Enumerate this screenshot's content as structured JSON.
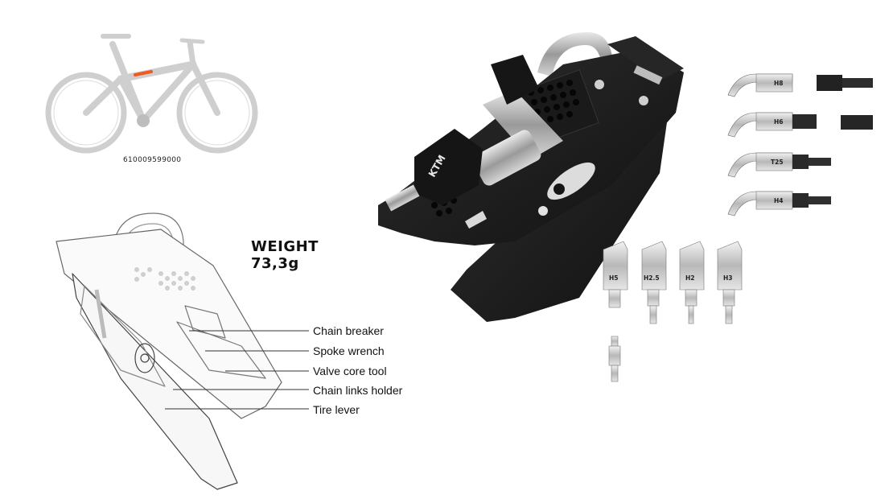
{
  "sku": "610009599000",
  "weight": {
    "title": "WEIGHT",
    "value": "73,3g"
  },
  "callouts": [
    "Chain breaker",
    "Spoke wrench",
    "Valve core tool",
    "Chain links holder",
    "Tire lever"
  ],
  "logo_text": "KTM",
  "bits_top": [
    "H8",
    "H6",
    "T25",
    "H4"
  ],
  "bits_bottom": [
    "H5",
    "H2.5",
    "H2",
    "H3"
  ],
  "colors": {
    "accent": "#f05a22",
    "tool_body": "#1c1c1c",
    "bike_gray": "#c8c8c8"
  },
  "icons": [
    "bicycle-illustration",
    "multitool-wireframe",
    "multitool-render"
  ]
}
